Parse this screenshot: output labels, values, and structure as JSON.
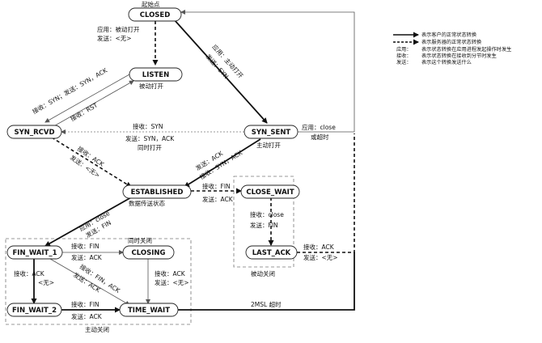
{
  "states": {
    "closed": "CLOSED",
    "listen": "LISTEN",
    "syn_rcvd": "SYN_RCVD",
    "syn_sent": "SYN_SENT",
    "established": "ESTABLISHED",
    "close_wait": "CLOSE_WAIT",
    "last_ack": "LAST_ACK",
    "fin_wait_1": "FIN_WAIT_1",
    "closing": "CLOSING",
    "fin_wait_2": "FIN_WAIT_2",
    "time_wait": "TIME_WAIT"
  },
  "labels": {
    "start_point": "起始点",
    "closed_to_listen_1": "应用：被动打开",
    "closed_to_listen_2": "发送：<无>",
    "listen_note": "被动打开",
    "rcvd_to_listen": "接收：RST",
    "listen_to_rcvd": "接收：SYN；发送：SYN，ACK",
    "sent_to_rcvd_1": "接收：SYN",
    "sent_to_rcvd_2": "发送：SYN，ACK",
    "sent_to_rcvd_3": "同时打开",
    "closed_to_sent_1": "应用：主动打开",
    "closed_to_sent_2": "发送：SYN",
    "sent_to_closed_1": "应用：close",
    "sent_to_closed_2": "或超时",
    "sent_note": "主动打开",
    "sent_to_est_1": "接收：SYN，ACK",
    "sent_to_est_2": "发送：ACK",
    "rcvd_to_est_1": "接收：ACK",
    "rcvd_to_est_2": "发送：<无>",
    "est_to_cw_1": "接收：FIN",
    "est_to_cw_2": "发送：ACK",
    "est_note": "数据传送状态",
    "cw_to_la_1": "接收：close",
    "cw_to_la_2": "发送：FIN",
    "passive_close": "被动关闭",
    "la_to_closed_1": "接收：ACK",
    "la_to_closed_2": "发送：<无>",
    "est_to_fw1_1": "应用：close",
    "est_to_fw1_2": "发送：FIN",
    "fw1_to_closing_1": "接收：FIN",
    "fw1_to_closing_2": "发送：ACK",
    "simultaneous_close": "同时关闭",
    "fw1_to_fw2_1": "接收：ACK",
    "fw1_to_fw2_2": "<无>",
    "fw1_to_tw_1": "接收：FIN，ACK",
    "fw1_to_tw_2": "发送：ACK",
    "closing_to_tw_1": "接收：ACK",
    "closing_to_tw_2": "发送：<无>",
    "fw2_to_tw_1": "接收：FIN",
    "fw2_to_tw_2": "发送：ACK",
    "tw_to_closed": "2MSL 超时",
    "active_close": "主动关闭"
  },
  "legend": {
    "client_normal": "表示客户的正常状态转换",
    "server_normal": "表示服务器的正常状态转换",
    "app_key": "应用：",
    "app_desc": "表示状态转换在应用进程发起操作时发生",
    "recv_key": "接收：",
    "recv_desc": "表示状态转换在接收到分节时发生",
    "send_key": "发送：",
    "send_desc": "表示这个转换发送什么"
  }
}
